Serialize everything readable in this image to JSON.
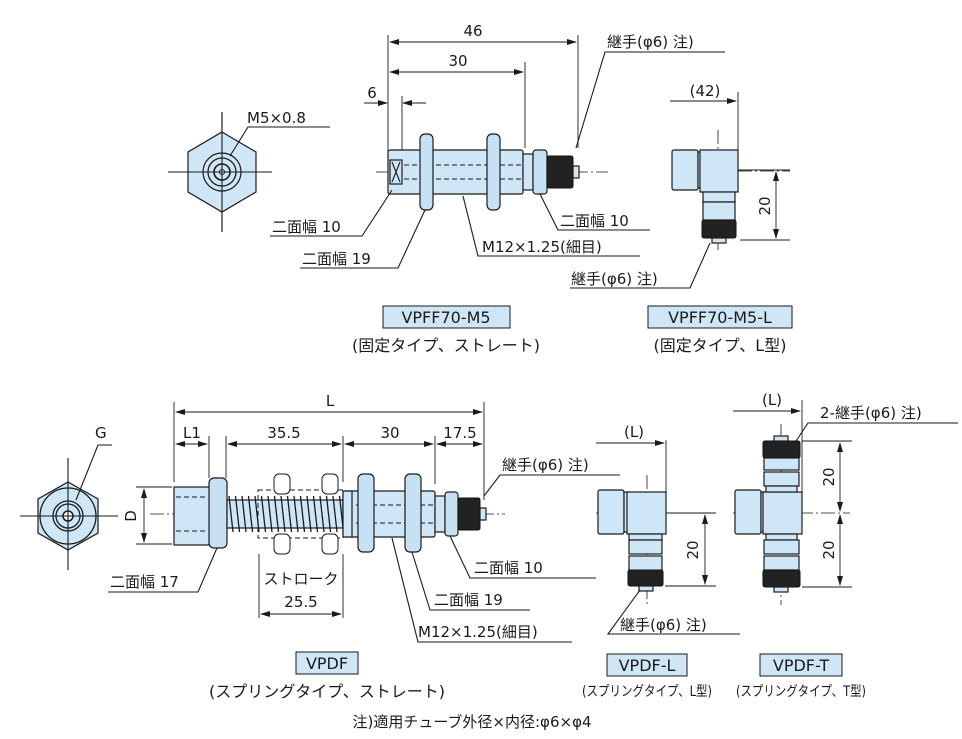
{
  "drawing": {
    "colors": {
      "part_fill": "#cfe6f7",
      "line": "#1a1a1a",
      "badge_fill": "#cfe6f7",
      "knurl": "#222222"
    },
    "top_left_view": {
      "thread_label": "M5×0.8"
    },
    "vpff70_m5": {
      "dims": {
        "overall": "46",
        "thread_len": "30",
        "nut_offset": "6"
      },
      "callouts": {
        "fitting": "継手(φ6) 注)",
        "hex_10": "二面幅 10",
        "hex_10_right": "二面幅 10",
        "hex_19": "二面幅 19",
        "thread": "M12×1.25(細目)"
      },
      "model": "VPFF70-M5",
      "description": "(固定タイプ、ストレート)"
    },
    "vpff70_m5_l": {
      "dims": {
        "length": "(42)",
        "height": "20"
      },
      "callouts": {
        "fitting": "継手(φ6) 注)"
      },
      "model": "VPFF70-M5-L",
      "description": "(固定タイプ、L型)"
    },
    "bottom_left_view": {
      "thread_label": "G",
      "diameter_label": "D"
    },
    "vpdf": {
      "dims": {
        "overall": "L",
        "l1": "L1",
        "spring_len": "35.5",
        "thread_len": "30",
        "fitting_len": "17.5",
        "stroke_label": "ストローク",
        "stroke": "25.5"
      },
      "callouts": {
        "fitting": "継手(φ6) 注)",
        "hex_17": "二面幅 17",
        "hex_10": "二面幅 10",
        "hex_19": "二面幅 19",
        "thread": "M12×1.25(細目)"
      },
      "model": "VPDF",
      "description": "(スプリングタイプ、ストレート)"
    },
    "vpdf_l": {
      "dims": {
        "length": "(L)",
        "height": "20"
      },
      "callouts": {
        "fitting": "継手(φ6) 注)"
      },
      "model": "VPDF-L",
      "description": "(スプリングタイプ、L型)"
    },
    "vpdf_t": {
      "dims": {
        "length": "(L)",
        "height_top": "20",
        "height_bottom": "20"
      },
      "callouts": {
        "fitting": "2-継手(φ6) 注)"
      },
      "model": "VPDF-T",
      "description": "(スプリングタイプ、T型)"
    },
    "footnote": "注)適用チューブ外径×内径:φ6×φ4"
  }
}
